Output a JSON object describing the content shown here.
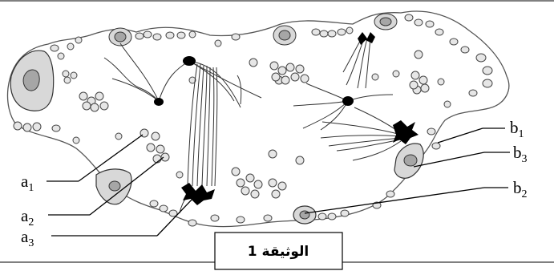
{
  "labels": {
    "a1": {
      "main": "a",
      "sub": "1"
    },
    "a2": {
      "main": "a",
      "sub": "2"
    },
    "a3": {
      "main": "a",
      "sub": "3"
    },
    "b1": {
      "main": "b",
      "sub": "1"
    },
    "b3": {
      "main": "b",
      "sub": "3"
    },
    "b2": {
      "main": "b",
      "sub": "2"
    }
  },
  "document_title": "الوثيقة 1",
  "colors": {
    "cell_fill": "#d8d8d8",
    "nucleus_fill": "#a6a6a6",
    "outline": "#333333",
    "pulse_black": "#000000"
  }
}
